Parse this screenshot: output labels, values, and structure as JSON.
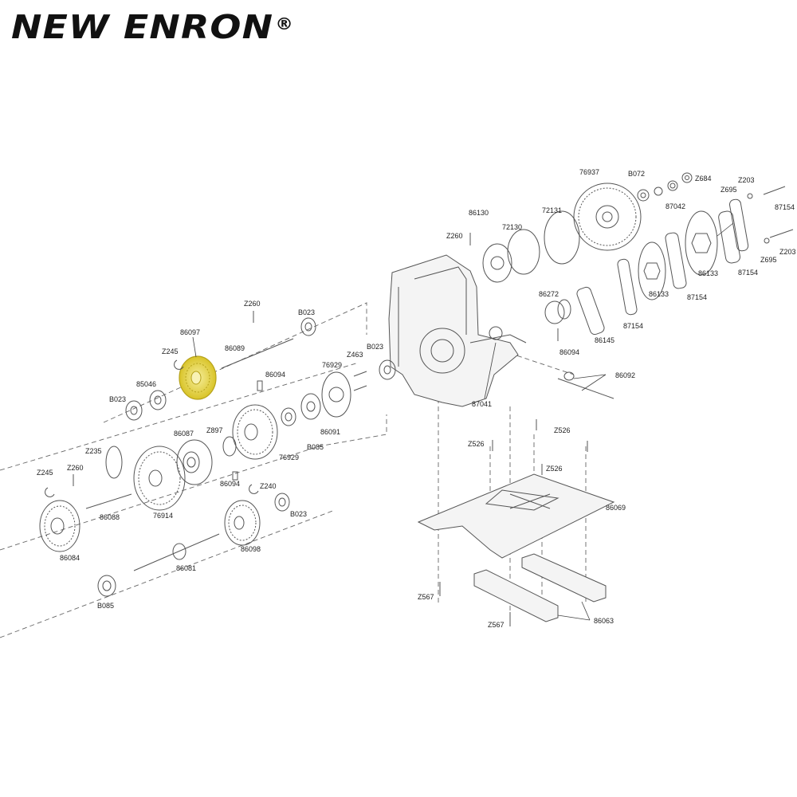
{
  "brand": {
    "name": "NEW ENRON",
    "mark": "®"
  },
  "highlight_color": "#e8d84a",
  "labels": {
    "l76937": "76937",
    "lB072": "B072",
    "lZ684": "Z684",
    "lZ203a": "Z203",
    "lZ695a": "Z695",
    "l87042": "87042",
    "l87154a": "87154",
    "l86130": "86130",
    "l72131": "72131",
    "l72130": "72130",
    "lZ260a": "Z260",
    "l86133a": "86133",
    "l86133b": "86133",
    "l87154b": "87154",
    "l87154c": "87154",
    "lZ695b": "Z695",
    "lZ203b": "Z203",
    "l86272": "86272",
    "l86145": "86145",
    "l87154d": "87154",
    "l86094a": "86094",
    "lZ260b": "Z260",
    "lB023a": "B023",
    "l86097": "86097",
    "l86089": "86089",
    "lZ245a": "Z245",
    "l85046": "85046",
    "lB023b": "B023",
    "l86094b": "86094",
    "lZ463": "Z463",
    "lB023c": "B023",
    "l76929a": "76929",
    "l87041": "87041",
    "l86092": "86092",
    "l86091": "86091",
    "l76929b": "76929",
    "lB085a": "B085",
    "l86087": "86087",
    "lZ897": "Z897",
    "lZ235": "Z235",
    "lZ260c": "Z260",
    "lZ245b": "Z245",
    "l76914": "76914",
    "l86088": "86088",
    "l86094c": "86094",
    "lZ240": "Z240",
    "lB023d": "B023",
    "lZ526a": "Z526",
    "lZ526b": "Z526",
    "lZ526c": "Z526",
    "l86069": "86069",
    "l86084": "86084",
    "l86098": "86098",
    "l86081": "86081",
    "lB085b": "B085",
    "lZ567a": "Z567",
    "lZ567b": "Z567",
    "l86063": "86063"
  }
}
